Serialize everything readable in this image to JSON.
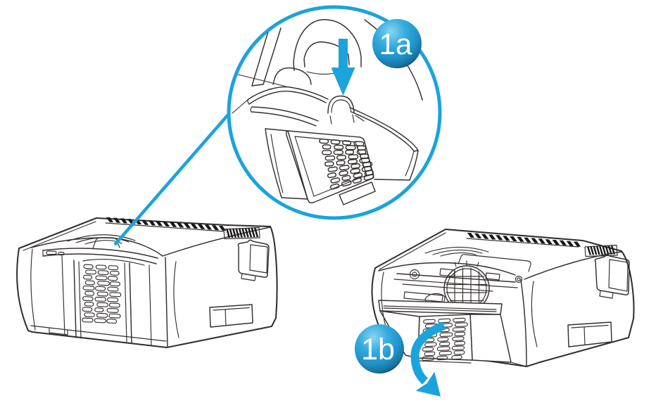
{
  "figure": {
    "type": "instruction-diagram",
    "background": "#ffffff",
    "accent_color": "#1ba3dc",
    "line_color": "#332f2e",
    "steps": [
      {
        "label": "1a",
        "icon": "press-down-arrow-icon"
      },
      {
        "label": "1b",
        "icon": "open-direction-arrow-icon"
      }
    ],
    "icons": [
      "press-down-arrow-icon",
      "open-direction-arrow-icon"
    ],
    "badge_text_color": "#ffffff"
  }
}
